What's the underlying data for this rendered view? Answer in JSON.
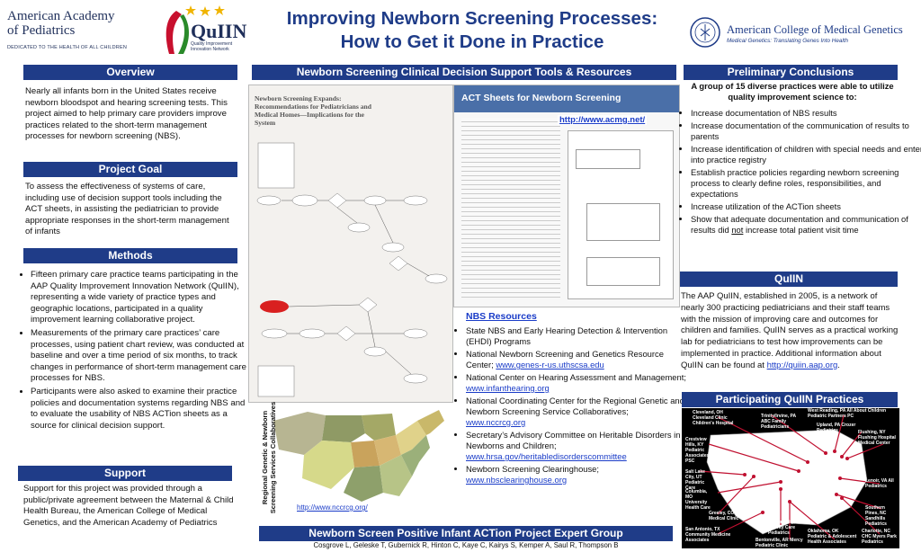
{
  "header": {
    "title_line1": "Improving Newborn Screening Processes:",
    "title_line2": "How to Get it Done in Practice",
    "aap_line1": "American Academy",
    "aap_line2": "of Pediatrics",
    "aap_tag": "DEDICATED TO THE HEALTH OF ALL CHILDREN",
    "quiin_logo": "QuIIN",
    "quiin_tag1": "Quality Improvement",
    "quiin_tag2": "Innovation Network",
    "acmg_name": "American College of Medical Genetics",
    "acmg_tag": "Medical Genetics: Translating Genes Into Health"
  },
  "overview": {
    "heading": "Overview",
    "text": "Nearly all infants born in the United States receive newborn bloodspot and hearing screening tests. This project aimed to help primary care providers improve practices related to the short-term management processes for newborn screening (NBS)."
  },
  "project_goal": {
    "heading": "Project Goal",
    "text": "To assess the effectiveness of systems of care, including use of decision support tools including the ACT sheets, in assisting the pediatrician to provide appropriate responses in the short-term management of infants"
  },
  "methods": {
    "heading": "Methods",
    "items": [
      "Fifteen primary care practice teams participating in the AAP Quality Improvement Innovation Network (QuIIN), representing a wide variety of practice types and geographic locations, participated in a quality improvement learning collaborative project.",
      "Measurements of the primary care practices’ care processes, using patient chart review, was conducted at baseline and over a time period of six months, to track changes in performance of short-term management care processes for NBS.",
      "Participants were also asked to examine their practice policies and documentation systems regarding NBS and to evaluate the usability of NBS ACTion sheets as a source for clinical decision support."
    ]
  },
  "support": {
    "heading": "Support",
    "text": "Support for this project was provided through a public/private agreement between the Maternal & Child Health Bureau, the American College of Medical Genetics, and the American Academy of Pediatrics"
  },
  "center": {
    "heading": "Newborn Screening Clinical Decision Support Tools & Resources",
    "act_title": "ACT Sheets for Newborn Screening",
    "act_url": "http://www.acmg.net/",
    "report_title": "Newborn Screening Expands: Recommendations for Pediatricians and Medical Homes—Implications for the System",
    "map_vertical_label_1": "Regional Genetic & Newborn",
    "map_vertical_label_2": "Screening Services Collaboratives",
    "map_url": "http://www.nccrcg.org/",
    "resources_heading": "NBS Resources",
    "resources": [
      {
        "text": "State NBS and Early Hearing Detection & Intervention (EHDI) Programs",
        "link": ""
      },
      {
        "text": "National Newborn Screening and Genetics Resource Center; ",
        "link": "www.genes-r-us.uthscsa.edu"
      },
      {
        "text": "National Center on Hearing Assessment and Management; ",
        "link": "www.infanthearing.org"
      },
      {
        "text": "National Coordinating Center for the Regional Genetic and Newborn Screening Service Collaboratives; ",
        "link": "www.nccrcg.org"
      },
      {
        "text": "Secretary’s Advisory Committee on Heritable Disorders in Newborns and Children; ",
        "link": "www.hrsa.gov/heritabledisorderscommittee"
      },
      {
        "text": "Newborn Screening Clearinghouse; ",
        "link": "www.nbsclearinghouse.org"
      }
    ],
    "footer_heading": "Newborn Screen Positive Infant ACTion Project Expert Group",
    "footer_authors": "Cosgrove L, Geleske T, Gubernick R, Hinton C, Kaye C, Kairys S, Kemper A, Saul R, Thompson B"
  },
  "conclusions": {
    "heading": "Preliminary Conclusions",
    "intro": "A group of 15 diverse practices were able to utilize quality improvement science to:",
    "items": [
      "Increase documentation of NBS results",
      "Increase documentation of the communication of results to parents",
      "Increase identification of children with special needs and enter into practice registry",
      "Establish practice policies regarding newborn screening process to clearly define roles, responsibilities, and expectations",
      "Increase utilization of the ACTion sheets"
    ],
    "last_item_pre": "Show that adequate documentation and communication of results did ",
    "last_item_not": "not",
    "last_item_post": " increase total patient visit time"
  },
  "quiin": {
    "heading": "QuIIN",
    "text": "The AAP QuIIN, established in 2005, is a network of nearly 300 practicing pediatricians and their staff teams with the mission of improving care and outcomes for children and families. QuIIN serves as a practical working lab for pediatricians to test how improvements can be implemented in practice. Additional information about QuIIN can be found at ",
    "link": "http://quiin.aap.org",
    "link_suffix": "."
  },
  "practices": {
    "heading": "Participating QuIIN Practices",
    "labels": [
      "Cleveland, OH Cleveland Clinic Children's Hospital",
      "Trinity/Irvine, PA ABC Family Pediatricians",
      "West Reading, PA All About Children Pediatric Partners PC",
      "Upland, PA Crozer Pediatrics",
      "Flushing, NY Flushing Hospital Medical Center",
      "Crestview Hills, KY Pediatric Associates PSC",
      "Salt Lake City, UT Pediatric Care",
      "Columbia, MO University Health Care",
      "Lenoir, VA All Pediatrics",
      "Greeley, CO Greeley Medical Clinic",
      "Kansas City, MO Priority Care Pediatrics",
      "Southern Pines, NC Sandhills Pediatrics",
      "San Antonio, TX Community Medicine Associates",
      "Bentonville, AR Mercy Pediatric Clinic",
      "Oklahoma, OK Pediatric & Adolescent Health Associates",
      "Charlotte, NC CHC Myers Park Pediatrics"
    ]
  },
  "colors": {
    "header_blue": "#1f3c88",
    "title_blue": "#1f3c88",
    "link_blue": "#1a3cc8",
    "map_background": "#000000"
  }
}
